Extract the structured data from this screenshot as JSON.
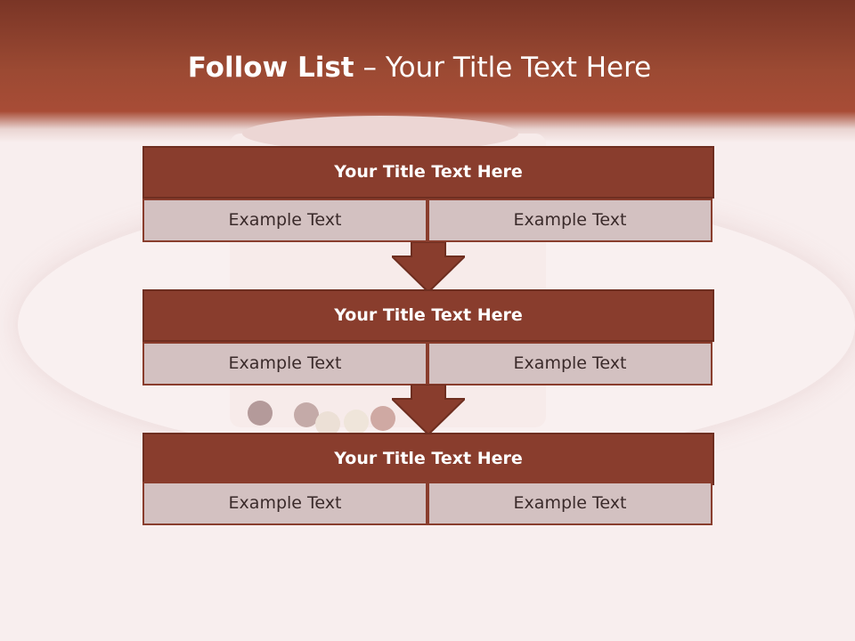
{
  "slide": {
    "title_bold": "Follow List",
    "title_rest": "– Your Title Text Here"
  },
  "steps": [
    {
      "title": "Your Title Text Here",
      "left": "Example Text",
      "right": "Example Text"
    },
    {
      "title": "Your Title Text Here",
      "left": "Example Text",
      "right": "Example Text"
    },
    {
      "title": "Your Title Text Here",
      "left": "Example Text",
      "right": "Example Text"
    }
  ],
  "colors": {
    "header": "#9c4a33",
    "step_title_bg": "#893d2d",
    "cell_bg": "#d3c1c1",
    "background": "#f8eeee"
  }
}
